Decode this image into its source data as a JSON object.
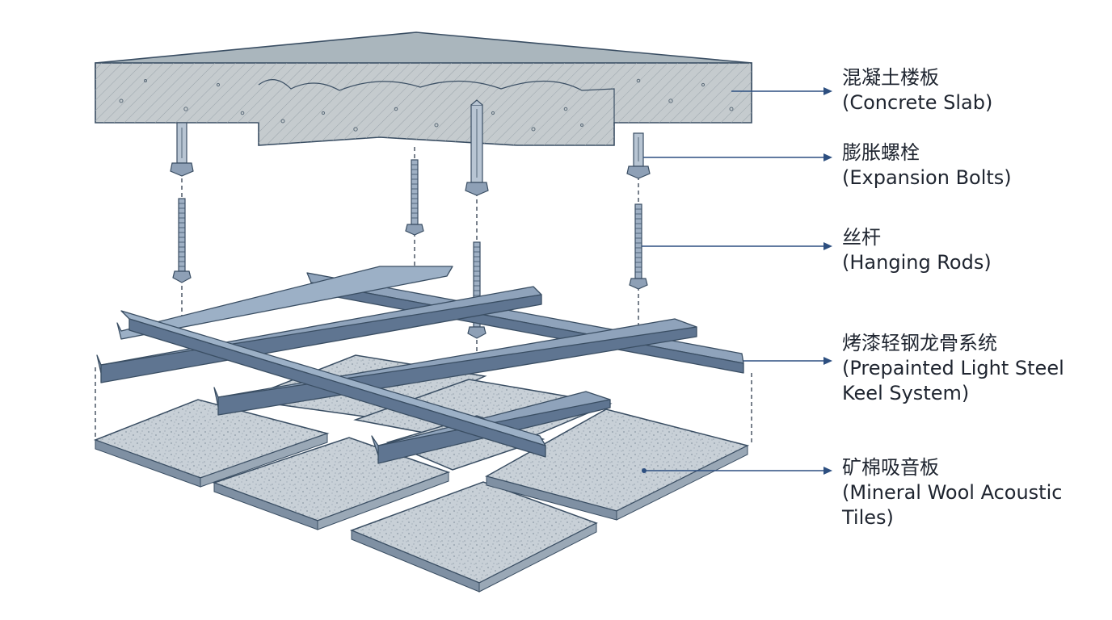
{
  "colors": {
    "slab_top": "#aab6bd",
    "slab_front": "#c5cbce",
    "slab_side": "#b7c0c5",
    "outline": "#3a4e63",
    "steel": "#8fa3bb",
    "steel_dark": "#5f7591",
    "tile_top": "#c8d0d7",
    "tile_edge": "#7f90a3",
    "leader": "#2d4f80",
    "text": "#1f2530"
  },
  "labels": {
    "concrete_slab": {
      "zh": "混凝土楼板",
      "en": "(Concrete Slab)"
    },
    "expansion_bolts": {
      "zh": "膨胀螺栓",
      "en": "(Expansion Bolts)"
    },
    "hanging_rods": {
      "zh": "丝杆",
      "en": "(Hanging Rods)"
    },
    "keel_system": {
      "zh": "烤漆轻钢龙骨系统",
      "en_line1": "(Prepainted Light Steel",
      "en_line2": "Keel System)"
    },
    "acoustic_tiles": {
      "zh": "矿棉吸音板",
      "en_line1": "(Mineral Wool Acoustic",
      "en_line2": "Tiles)"
    }
  }
}
